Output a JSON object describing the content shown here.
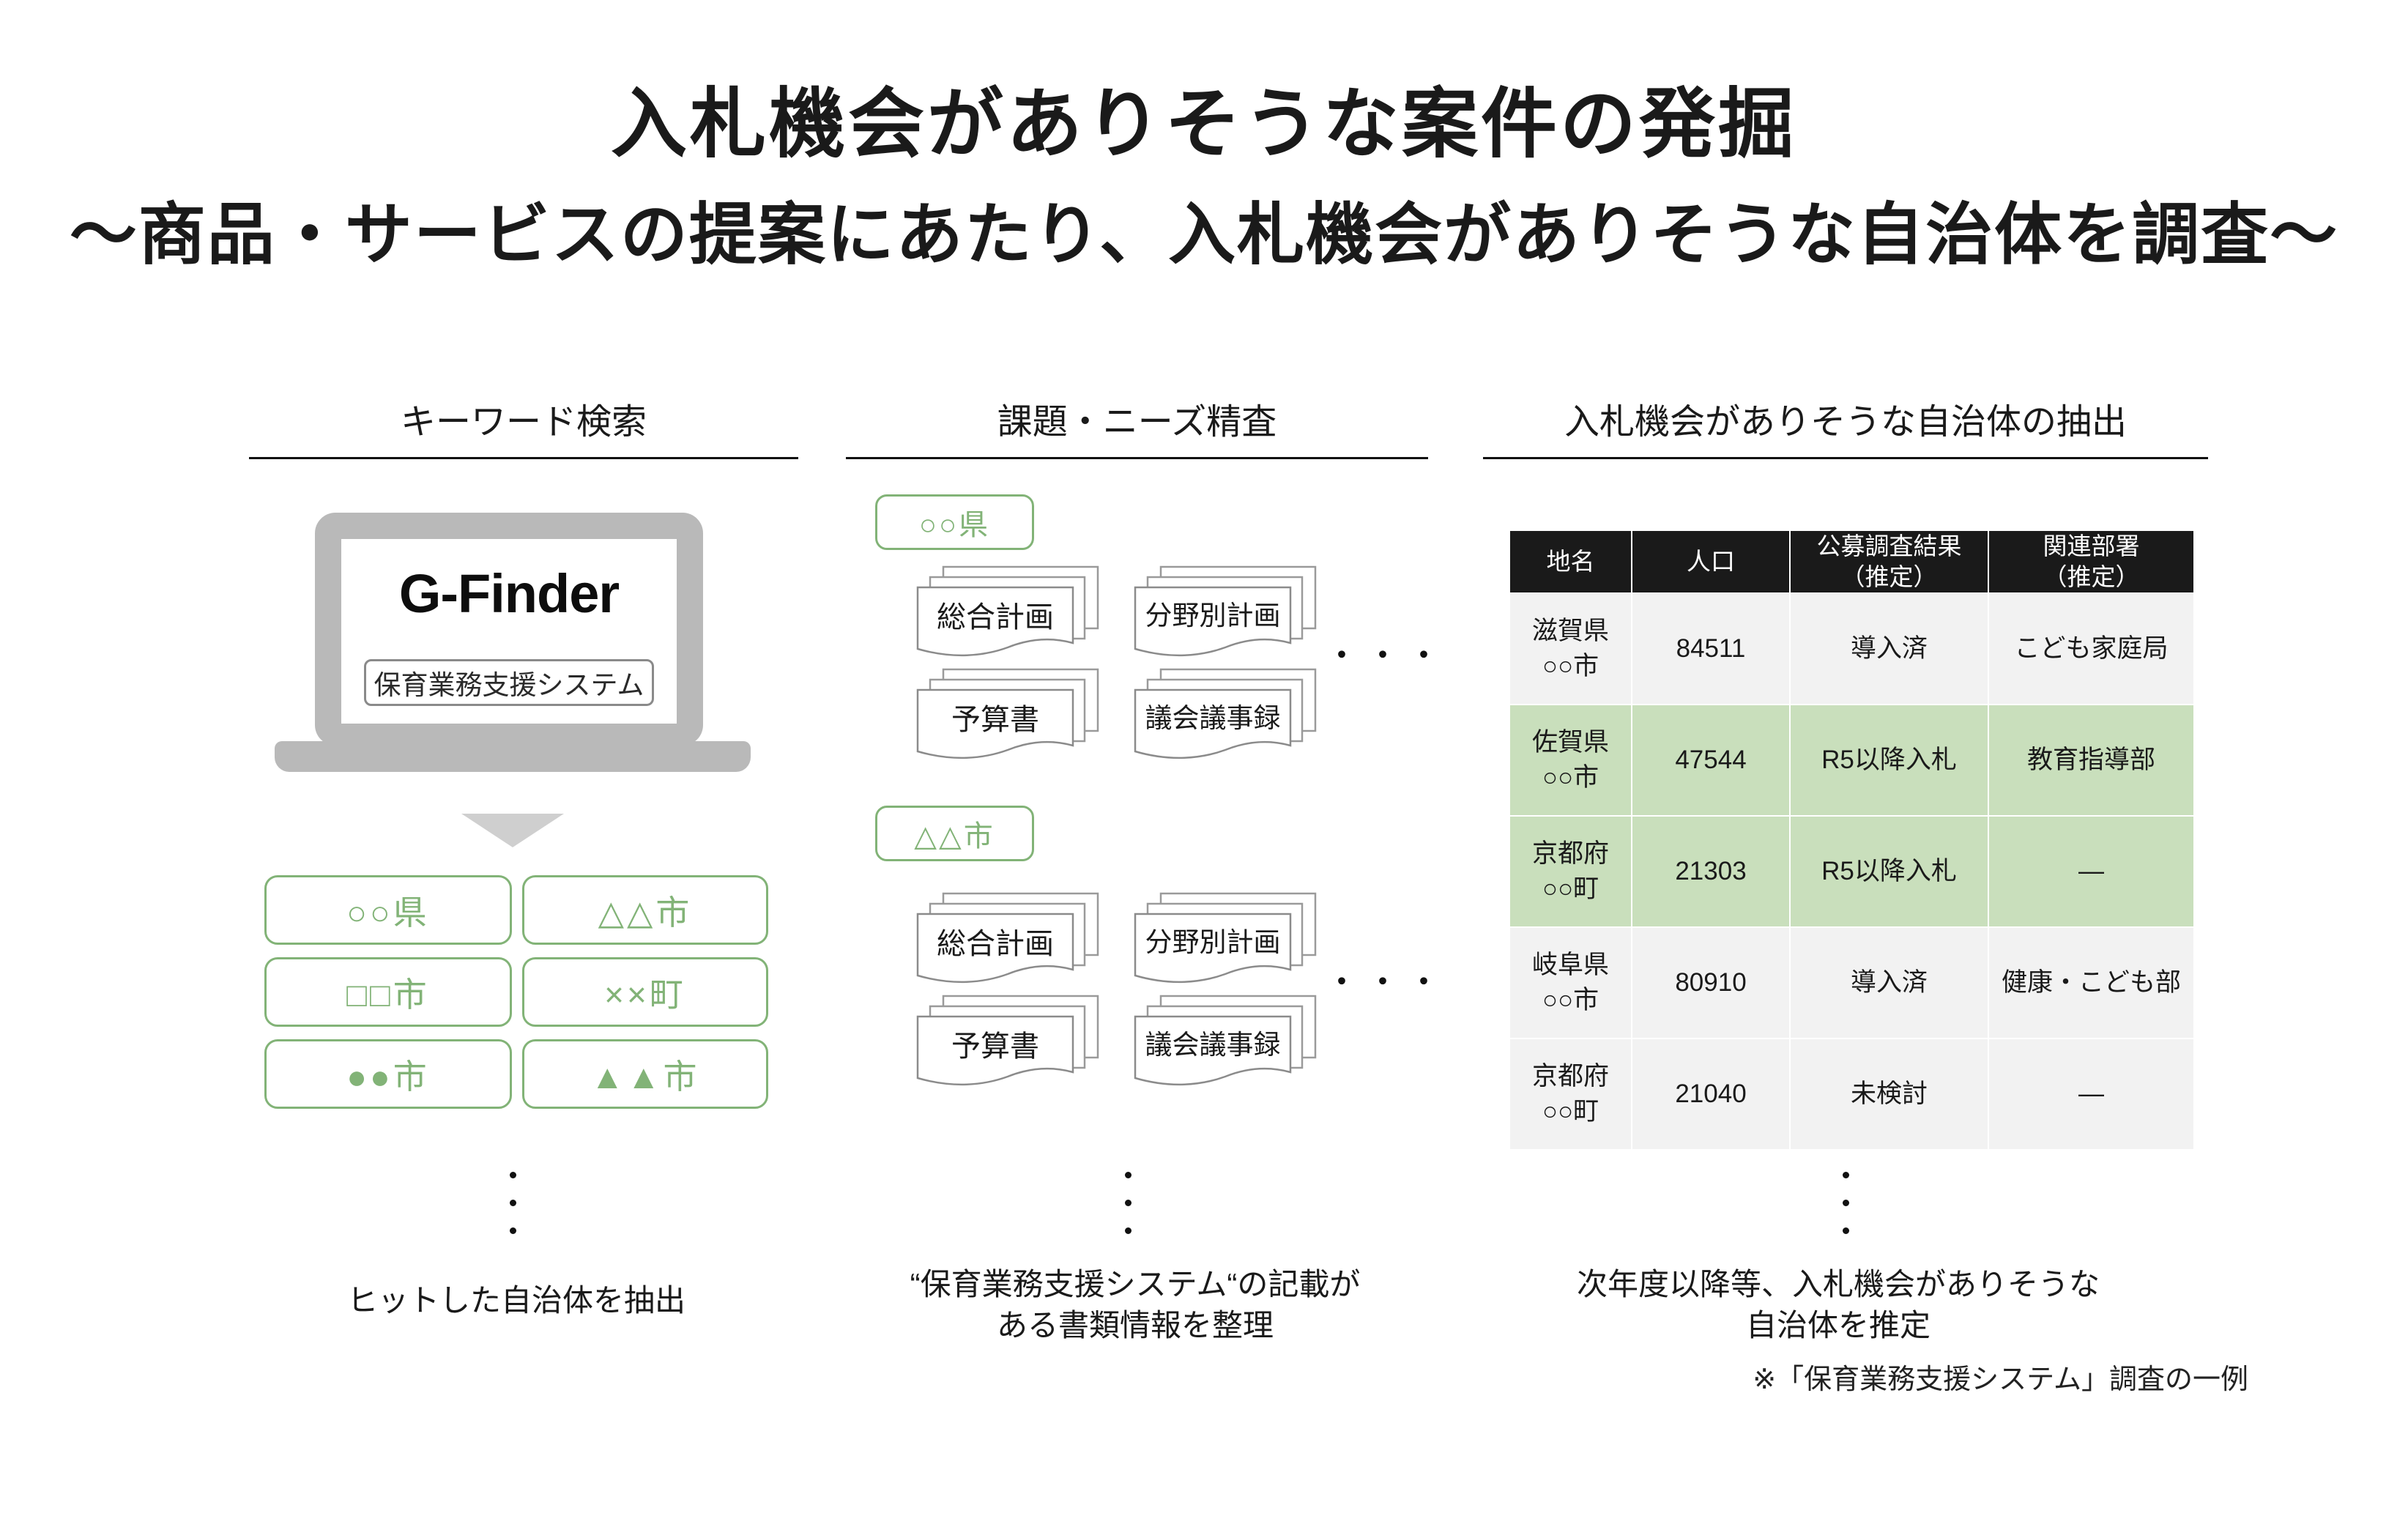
{
  "title": "入札機会がありそうな案件の発掘",
  "subtitle": "～商品・サービスの提案にあたり、入札機会がありそうな自治体を調査～",
  "colors": {
    "accent_green": "#82b377",
    "highlight_row_green": "#c9dfbc",
    "table_header_bg": "#1a1a1a",
    "row_gray": "#f2f2f2",
    "laptop_gray": "#b9b9b9"
  },
  "columns": {
    "keyword_search": {
      "header": "キーワード検索",
      "laptop": {
        "app_name": "G-Finder",
        "search_value": "保育業務支援システム"
      },
      "results": [
        "○○県",
        "△△市",
        "□□市",
        "××町",
        "●●市",
        "▲▲市"
      ],
      "caption": "ヒットした自治体を抽出"
    },
    "needs_review": {
      "header": "課題・ニーズ精査",
      "groups": [
        {
          "label": "○○県",
          "documents": [
            "総合計画",
            "分野別計画",
            "予算書",
            "議会議事録"
          ],
          "more": "・・・"
        },
        {
          "label": "△△市",
          "documents": [
            "総合計画",
            "分野別計画",
            "予算書",
            "議会議事録"
          ],
          "more": "・・・"
        }
      ],
      "caption_line1": "“保育業務支援システム“の記載が",
      "caption_line2": "ある書類情報を整理"
    },
    "extraction": {
      "header": "入札機会がありそうな自治体の抽出",
      "table": {
        "headers": [
          "地名",
          "人口",
          "公募調査結果\n（推定）",
          "関連部署\n（推定）"
        ],
        "rows": [
          {
            "place": "滋賀県\n○○市",
            "population": "84511",
            "result": "導入済",
            "department": "こども家庭局"
          },
          {
            "place": "佐賀県\n○○市",
            "population": "47544",
            "result": "R5以降入札",
            "department": "教育指導部"
          },
          {
            "place": "京都府\n○○町",
            "population": "21303",
            "result": "R5以降入札",
            "department": "―"
          },
          {
            "place": "岐阜県\n○○市",
            "population": "80910",
            "result": "導入済",
            "department": "健康・こども部"
          },
          {
            "place": "京都府\n○○町",
            "population": "21040",
            "result": "未検討",
            "department": "―"
          }
        ]
      },
      "caption_line1": "次年度以降等、入札機会がありそうな",
      "caption_line2": "自治体を推定",
      "footnote": "※「保育業務支援システム」調査の一例"
    }
  }
}
